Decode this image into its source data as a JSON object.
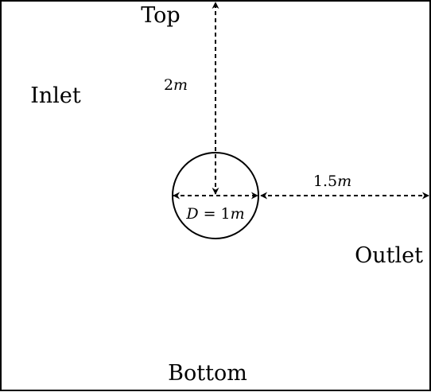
{
  "labels": {
    "top": "Top",
    "bottom": "Bottom",
    "inlet": "Inlet",
    "outlet": "Outlet"
  },
  "dimensions": {
    "vertical": {
      "number": "2",
      "unit": "m"
    },
    "horizontal": {
      "number": "1.5",
      "unit": "m"
    },
    "diameter": {
      "symbol": "D",
      "equals": " = ",
      "number": "1",
      "unit": "m"
    }
  },
  "colors": {
    "stroke": "#000000",
    "background": "#ffffff"
  }
}
